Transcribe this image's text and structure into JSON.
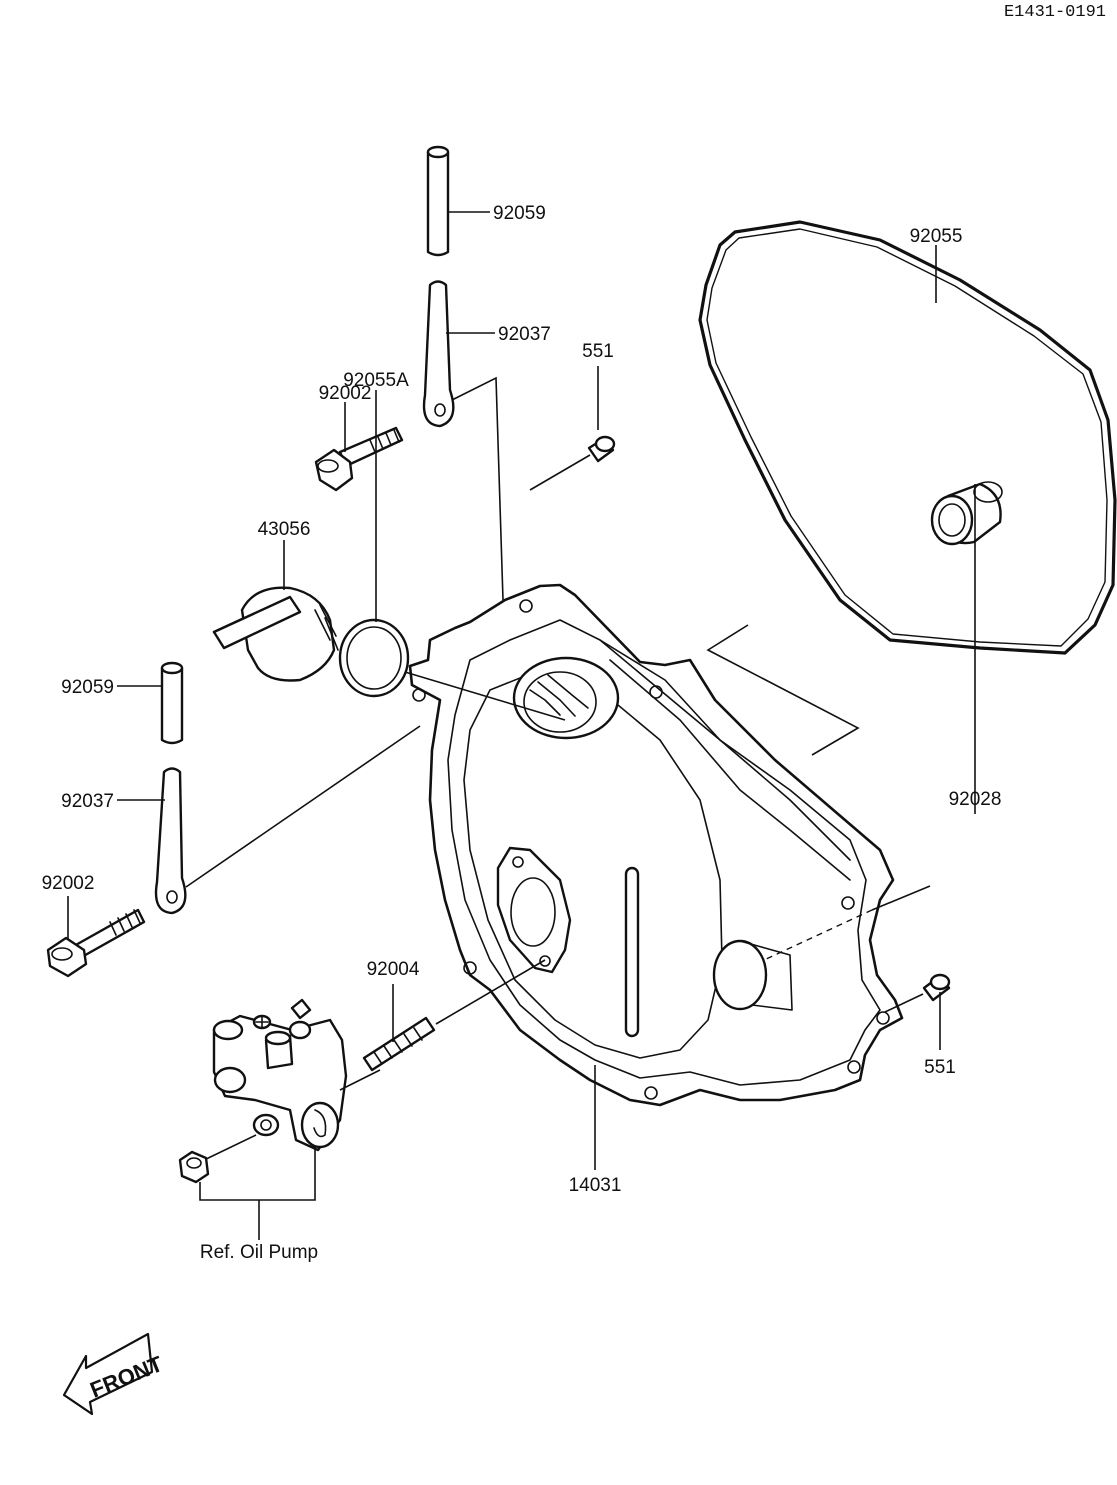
{
  "diagram": {
    "code": "E1431-0191",
    "labels": {
      "pin_top": "92059",
      "bracket_top": "92037",
      "bolt_top": "92002",
      "oil_cap": "43056",
      "oring": "92055A",
      "dowel_top": "551",
      "gasket": "92055",
      "pin_left": "92059",
      "bracket_left": "92037",
      "bolt_left": "92002",
      "stud": "92004",
      "bushing": "92028",
      "dowel_right": "551",
      "cover": "14031",
      "oil_pump_ref": "Ref. Oil Pump"
    },
    "front_label": "FRONT",
    "colors": {
      "ink": "#111111",
      "paper": "#ffffff"
    }
  }
}
